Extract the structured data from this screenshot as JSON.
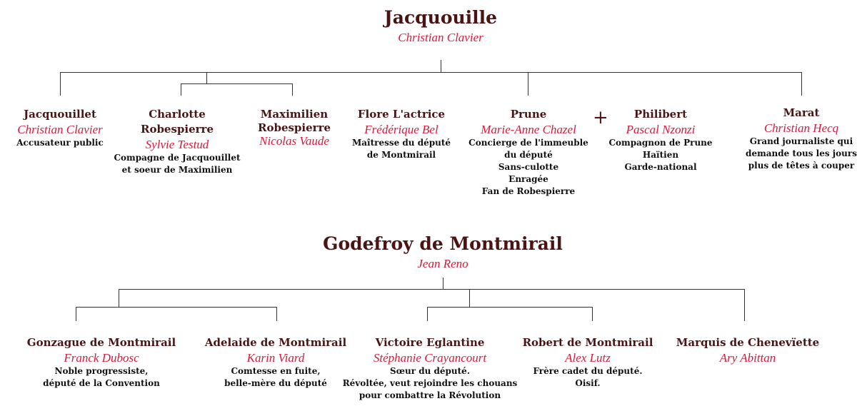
{
  "top": {
    "name": "Jacquouille",
    "actor": "Christian Clavier"
  },
  "top_children": [
    {
      "name": "Jacquouillet",
      "actor": "Christian Clavier",
      "desc": [
        "Accusateur public"
      ]
    },
    {
      "name": "Charlotte Robespierre",
      "name_lines": [
        "Charlotte",
        "Robespierre"
      ],
      "actor": "Sylvie Testud",
      "desc": [
        "Compagne de Jacquouillet",
        "et soeur de Maximilien"
      ]
    },
    {
      "name_lines": [
        "Maximilien",
        "Robespierre"
      ],
      "actor": "Nicolas Vaude",
      "desc": []
    },
    {
      "name": "Flore L'actrice",
      "actor": "Frédérique Bel",
      "desc": [
        "Maîtresse du député",
        "de Montmirail"
      ]
    },
    {
      "name": "Prune",
      "actor": "Marie-Anne Chazel",
      "desc": [
        "Concierge de l'immeuble",
        "du député",
        "Sans-culotte",
        "Enragée",
        "Fan de Robespierre"
      ]
    },
    {
      "name": "Philibert",
      "actor": "Pascal Nzonzi",
      "desc": [
        "Compagnon de Prune",
        "Haïtien",
        "Garde-national"
      ]
    },
    {
      "name": "Marat",
      "actor": "Christian Hecq",
      "desc": [
        "Grand journaliste qui",
        "demande tous les jours",
        "plus de têtes à couper"
      ]
    }
  ],
  "couple_symbol": "+",
  "bottom": {
    "name": "Godefroy de Montmirail",
    "actor": "Jean Reno"
  },
  "bottom_children": [
    {
      "name": "Gonzague de Montmirail",
      "actor": "Franck Dubosc",
      "desc": [
        "Noble progressiste,",
        "député de la Convention"
      ]
    },
    {
      "name": "Adelaide de Montmirail",
      "actor": "Karin Viard",
      "desc": [
        "Comtesse en fuite,",
        "belle-mère du député"
      ]
    },
    {
      "name": "Victoire Eglantine",
      "actor": "Stéphanie Crayancourt",
      "desc": [
        "Sœur du député.",
        "Révoltée, veut rejoindre les chouans",
        "pour combattre la Révolution"
      ]
    },
    {
      "name": "Robert de Montmirail",
      "actor": "Alex Lutz",
      "desc": [
        "Frère cadet du député.",
        "Oisif."
      ]
    },
    {
      "name": "Marquis de Chenevïette",
      "actor": "Ary Abittan",
      "desc": []
    }
  ],
  "colors": {
    "name": "#4a1414",
    "actor": "#d8193c",
    "line": "#333333"
  }
}
